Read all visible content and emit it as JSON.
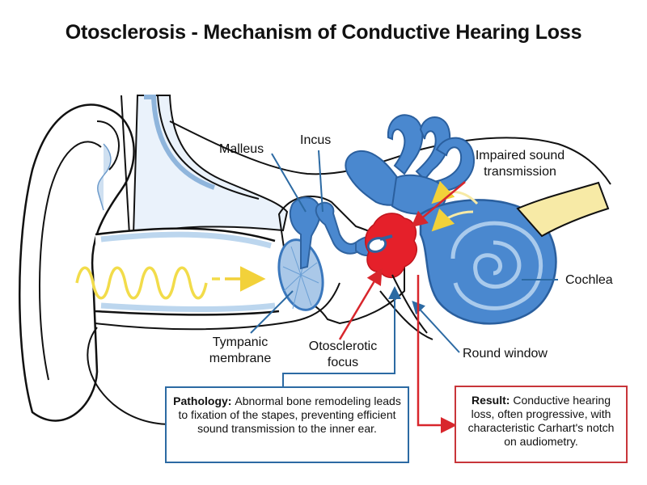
{
  "title": "Otosclerosis - Mechanism of Conductive Hearing Loss",
  "labels": {
    "malleus": "Malleus",
    "incus": "Incus",
    "impaired_line1": "Impaired sound",
    "impaired_line2": "transmission",
    "cochlea": "Cochlea",
    "tympanic_line1": "Tympanic",
    "tympanic_line2": "membrane",
    "otosclerotic_line1": "Otosclerotic",
    "otosclerotic_line2": "focus",
    "round_window": "Round window"
  },
  "pathology": {
    "heading": "Pathology:",
    "text": "Abnormal bone remodeling leads to fixation of the stapes, preventing efficient sound transmission to the inner ear."
  },
  "result": {
    "heading": "Result:",
    "text": "Conductive hearing loss, often progressive, with characteristic Carhart's notch on audiometry."
  },
  "colors": {
    "ossicle_blue": "#4a88cf",
    "canal_blue": "#bcd6ee",
    "focus_red": "#e5202a",
    "wave_yellow": "#f2dc4a",
    "nerve_yellow": "#f7eaa6",
    "pathology_border": "#2c6aa3",
    "result_border": "#c8353a"
  }
}
